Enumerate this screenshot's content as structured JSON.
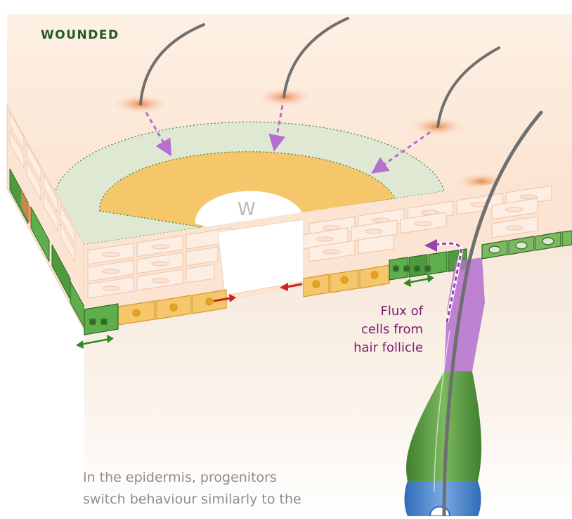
{
  "title": "WOUNDED",
  "wound_label": "W",
  "flux_label": {
    "line1": "Flux of",
    "line2": "cells from",
    "line3": "hair follicle"
  },
  "caption": {
    "line1": "In the epidermis, progenitors",
    "line2": "switch behaviour similarly to the"
  },
  "colors": {
    "skin_surface": "#fdeee0",
    "green_zone": "#dfe8d2",
    "yellow_zone": "#f6c66b",
    "wound_white": "#ffffff",
    "progenitor_green": "#4d9a3f",
    "basal_yellow": "#f3b43a",
    "flux_purple": "#b46fcf",
    "migration_red": "#c8251f",
    "title_green": "#1f5a23",
    "label_purple": "#7a1f6e",
    "follicle_blue": "#3f7fd0"
  }
}
